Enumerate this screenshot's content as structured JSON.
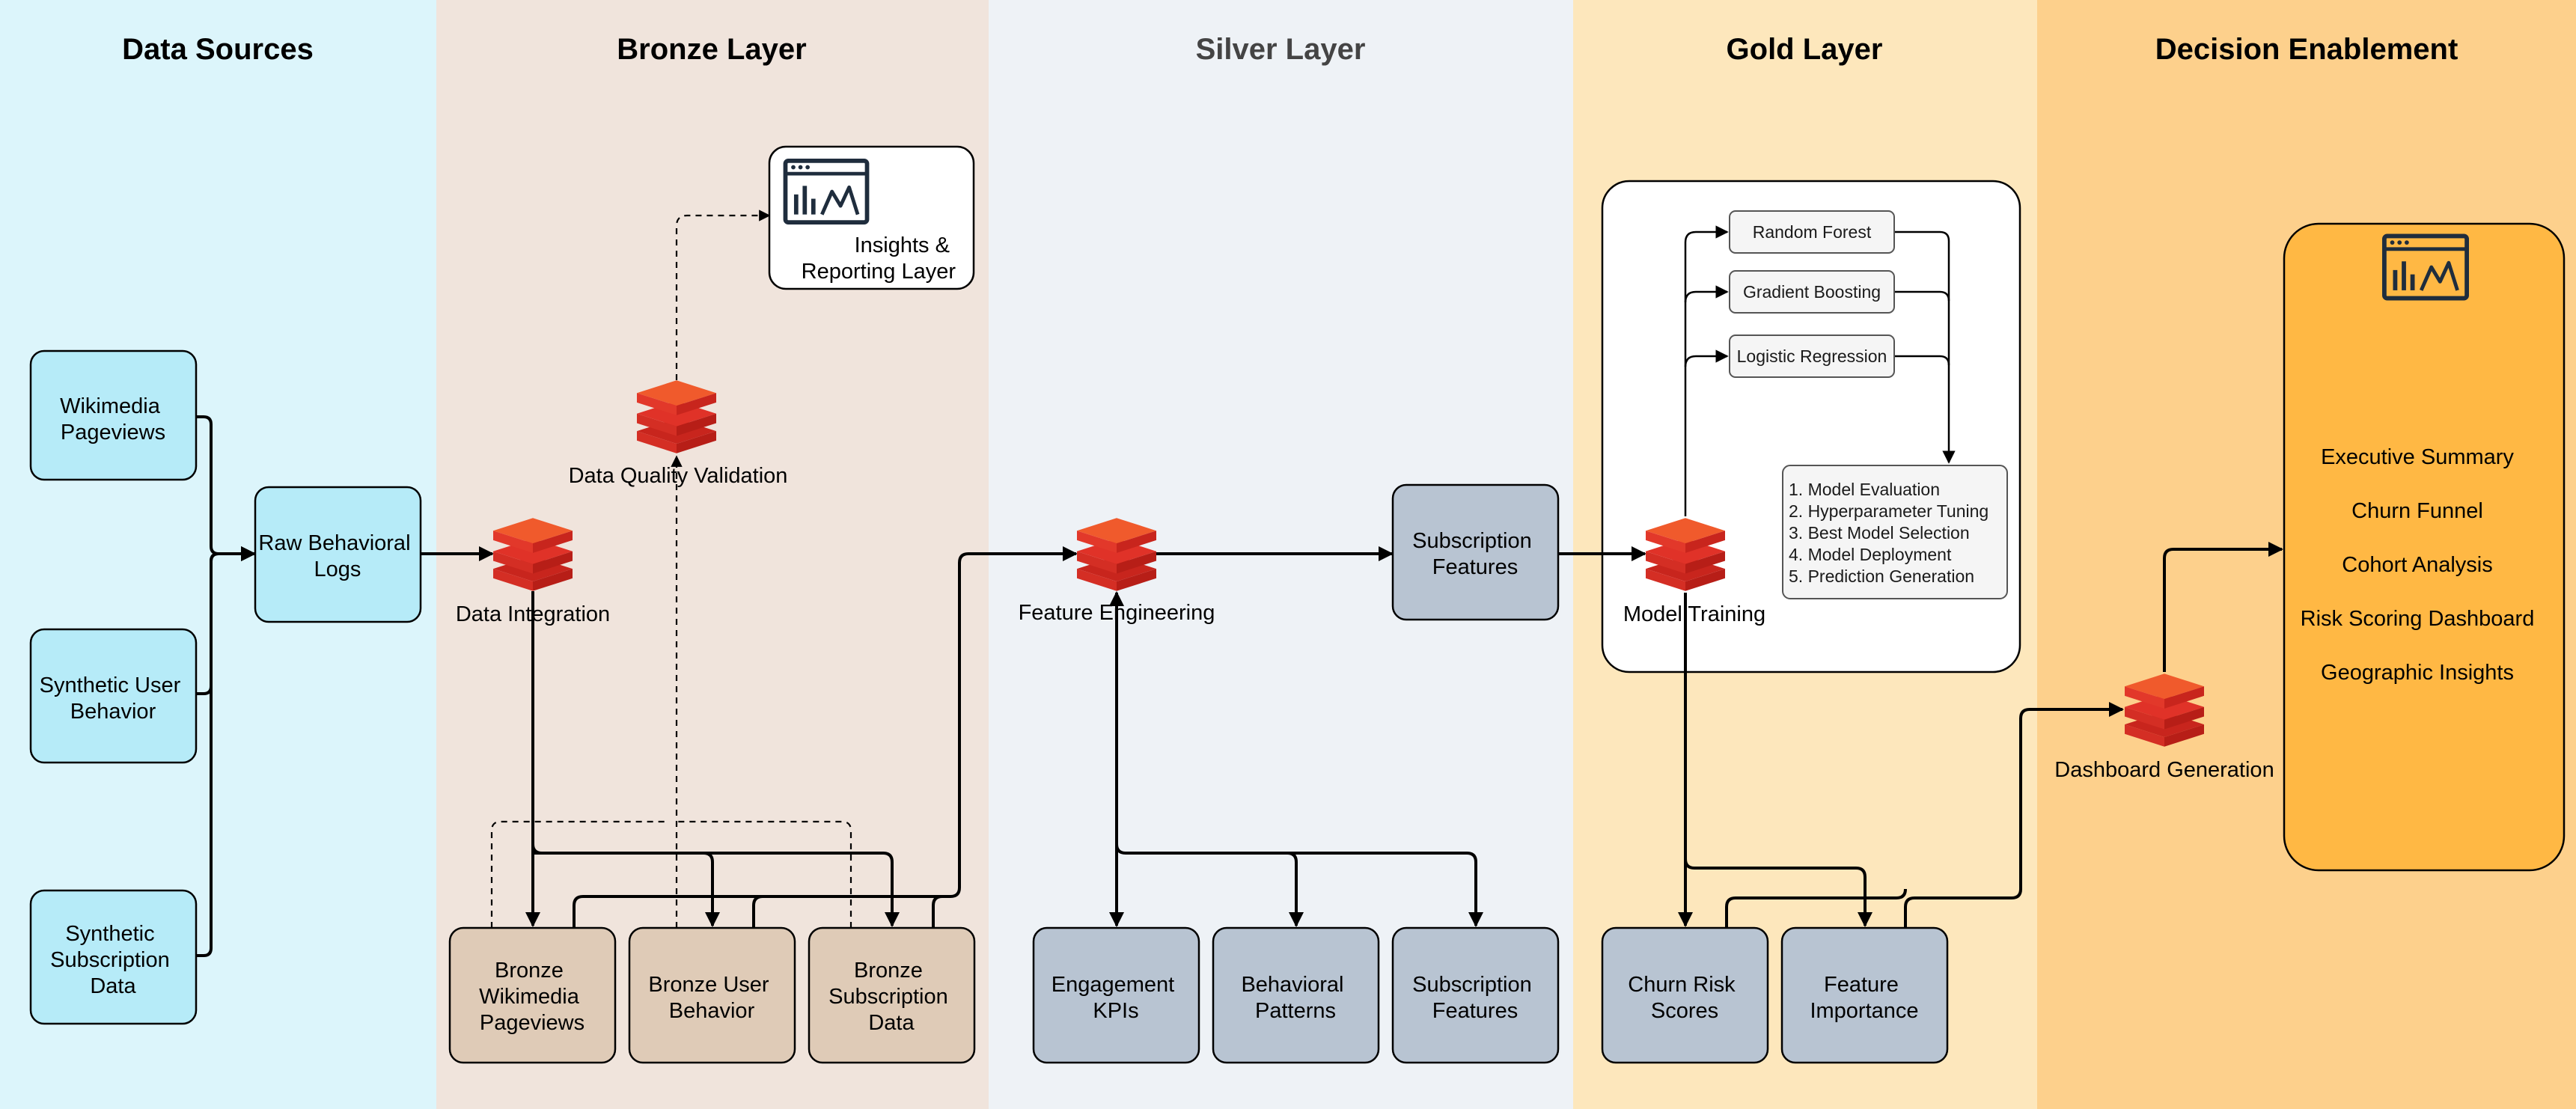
{
  "colors": {
    "lane_sources": "#dcf5fb",
    "lane_bronze": "#f0e4dc",
    "lane_silver": "#eef2f6",
    "lane_gold": "#fde7bc",
    "lane_decision": "#fdd08c",
    "box_blue": "#b6ebf8",
    "box_bronze": "#dfcbb7",
    "box_silver": "#b8c4d2",
    "box_orange": "#ffb844",
    "icon_red": "#e8362c",
    "icon_red_top": "#f05a2c",
    "title_silver": "#444444"
  },
  "lanes": {
    "sources": "Data Sources",
    "bronze": "Bronze Layer",
    "silver": "Silver Layer",
    "gold": "Gold Layer",
    "decision": "Decision Enablement"
  },
  "sources": {
    "wikimedia": [
      "Wikimedia",
      "Pageviews"
    ],
    "synthetic_user": [
      "Synthetic User",
      "Behavior"
    ],
    "synthetic_subscription": [
      "Synthetic",
      "Subscription",
      "Data"
    ],
    "raw_logs": [
      "Raw Behavioral",
      "Logs"
    ]
  },
  "bronze": {
    "data_integration": "Data Integration",
    "data_quality": "Data Quality Validation",
    "insights": [
      "Insights &",
      "Reporting Layer"
    ],
    "bronze_wikimedia": [
      "Bronze",
      "Wikimedia",
      "Pageviews"
    ],
    "bronze_user": [
      "Bronze User",
      "Behavior"
    ],
    "bronze_subscription": [
      "Bronze",
      "Subscription",
      "Data"
    ]
  },
  "silver": {
    "feature_engineering": "Feature Engineering",
    "subscription_features_top": [
      "Subscription",
      "Features"
    ],
    "engagement_kpis": [
      "Engagement",
      "KPIs"
    ],
    "behavioral_patterns": [
      "Behavioral",
      "Patterns"
    ],
    "subscription_features_bottom": [
      "Subscription",
      "Features"
    ]
  },
  "gold": {
    "random_forest": "Random Forest",
    "gradient_boosting": "Gradient Boosting",
    "logistic_regression": "Logistic Regression",
    "steps": [
      "1. Model Evaluation",
      "2. Hyperparameter Tuning",
      "3. Best Model Selection",
      "4. Model Deployment",
      "5. Prediction Generation"
    ],
    "model_training": "Model Training",
    "churn_risk": [
      "Churn Risk",
      "Scores"
    ],
    "feature_importance": [
      "Feature",
      "Importance"
    ]
  },
  "decision": {
    "dashboard_generation": "Dashboard Generation",
    "items": [
      "Executive Summary",
      "Churn Funnel",
      "Cohort Analysis",
      "Risk Scoring Dashboard",
      "Geographic Insights"
    ]
  }
}
